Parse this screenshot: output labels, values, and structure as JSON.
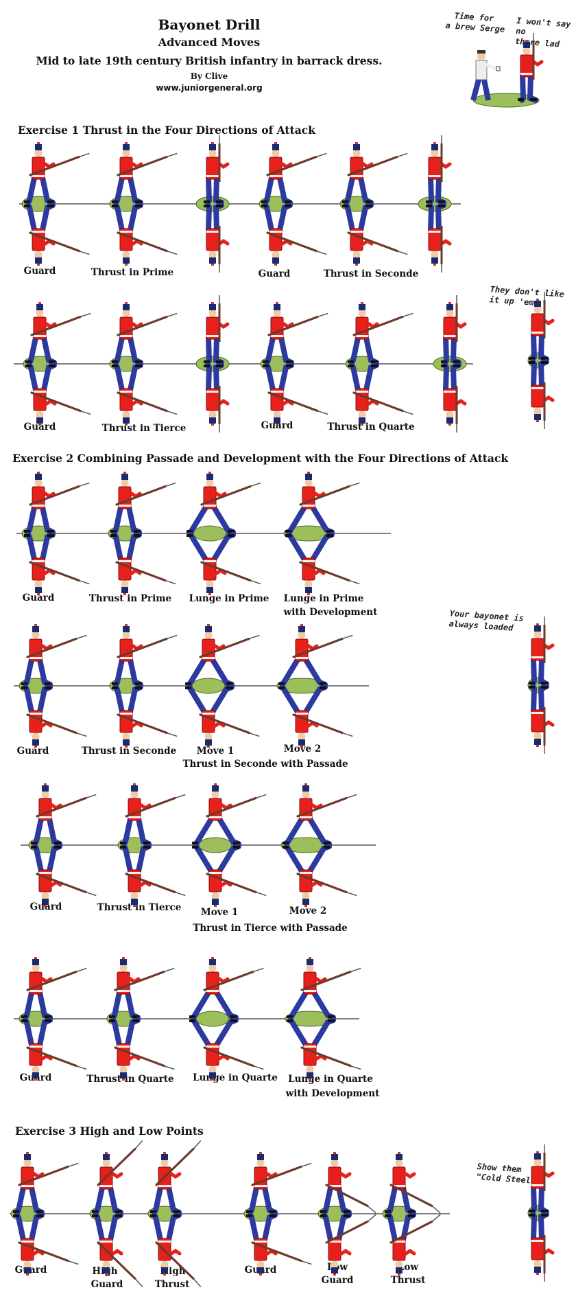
{
  "header": {
    "title": "Bayonet Drill",
    "subtitle": "Advanced Moves",
    "description": "Mid to late 19th century  British infantry in barrack dress.",
    "author": "By Clive",
    "website": "www.juniorgeneral.org"
  },
  "notes": {
    "tea_left_1": "Time for",
    "tea_left_2": "a brew Serge",
    "tea_right_1": "I won't say no",
    "tea_right_2": "there lad",
    "up_em_1": "They don't like",
    "up_em_2": "it up 'em",
    "loaded_1": "Your bayonet is",
    "loaded_2": "always loaded",
    "cold_steel_1": "Show them",
    "cold_steel_2": "\"Cold Steel\""
  },
  "sections": {
    "ex1": "Exercise 1  Thrust in the Four Directions of Attack",
    "ex2": "Exercise 2 Combining Passade and Development with the Four Directions of Attack",
    "ex3": "Exercise 3 High and Low Points"
  },
  "labels": {
    "r1": [
      "Guard",
      "Thrust  in Prime",
      "Guard",
      "Thrust  in Seconde"
    ],
    "r2": [
      "Guard",
      "Thrust  in Tierce",
      "Guard",
      "Thrust  in Quarte"
    ],
    "r3": [
      "Guard",
      "Thrust  in Prime",
      "Lunge  in Prime",
      "Lunge  in Prime",
      "with Development"
    ],
    "r4": [
      "Guard",
      "Thrust  in Seconde",
      "Move 1",
      "Move 2",
      "Thrust  in Seconde with Passade"
    ],
    "r5": [
      "Guard",
      "Thrust  in Tierce",
      "Move 1",
      "Move 2",
      "Thrust  in Tierce with Passade"
    ],
    "r6": [
      "Guard",
      "Thrust  in Quarte",
      "Lunge  in Quarte",
      "Lunge in Quarte",
      "with Development"
    ],
    "r7": [
      "Guard",
      "High",
      "Guard",
      "High",
      "Thrust",
      "Guard",
      "Low",
      "Guard",
      "Low",
      "Thrust"
    ]
  },
  "colors": {
    "tunic": "#e8201c",
    "trousers": "#2c3aa0",
    "base": "#9cbf5c",
    "cap": "#1a2a6e",
    "rifle": "#6b3a2a"
  }
}
